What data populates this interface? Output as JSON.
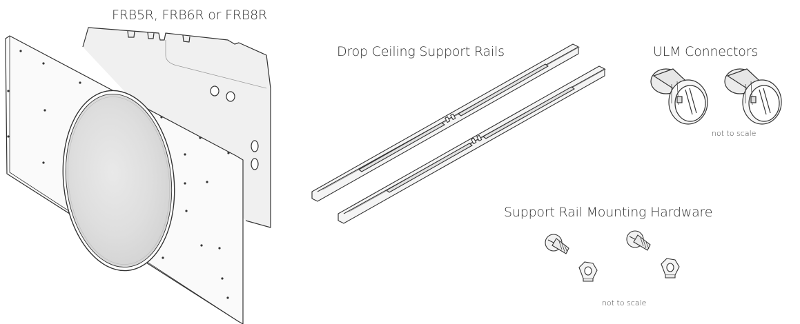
{
  "labels": {
    "backbox": "FRB5R, FRB6R or FRB8R",
    "rails": "Drop Ceiling Support Rails",
    "ulm": "ULM Connectors",
    "ulm_scale": "not to scale",
    "hardware": "Support Rail Mounting Hardware",
    "hardware_scale": "not to scale"
  },
  "colors": {
    "line": "#333333",
    "face": "#f6f6f6",
    "shade": "#e6e6e6",
    "grille": "#dcdcdc"
  },
  "icons": [
    "backbox-illustration",
    "support-rail-icon",
    "ulm-connector-icon",
    "screw-icon",
    "nut-icon"
  ]
}
